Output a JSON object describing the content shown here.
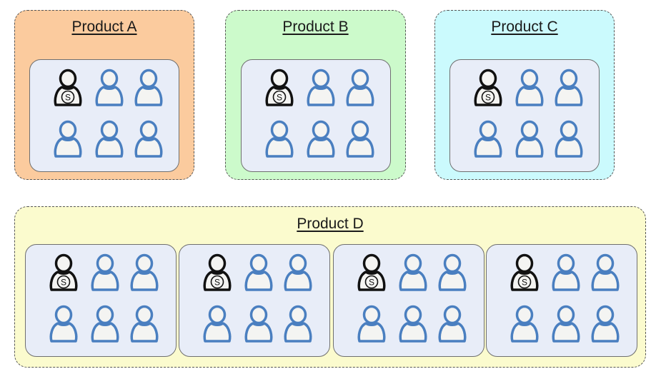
{
  "colors": {
    "product_a": "#fbcb9e",
    "product_b": "#ccfacb",
    "product_c": "#cbfafd",
    "product_d": "#fbfbce",
    "team_background": "#e8edf8",
    "member_outline": "#4a7fc0",
    "lead_outline": "#111111",
    "figure_fill": "#f4f4f2"
  },
  "icons": {
    "member": "person-icon",
    "lead": "scrum-master-person-icon"
  },
  "products": [
    {
      "id": "product-a",
      "title": "Product A",
      "teams": [
        {
          "lead_label": "S",
          "members": 5
        }
      ]
    },
    {
      "id": "product-b",
      "title": "Product B",
      "teams": [
        {
          "lead_label": "S",
          "members": 5
        }
      ]
    },
    {
      "id": "product-c",
      "title": "Product C",
      "teams": [
        {
          "lead_label": "S",
          "members": 5
        }
      ]
    },
    {
      "id": "product-d",
      "title": "Product D",
      "teams": [
        {
          "lead_label": "S",
          "members": 5
        },
        {
          "lead_label": "S",
          "members": 5
        },
        {
          "lead_label": "S",
          "members": 5
        },
        {
          "lead_label": "S",
          "members": 5
        }
      ]
    }
  ]
}
